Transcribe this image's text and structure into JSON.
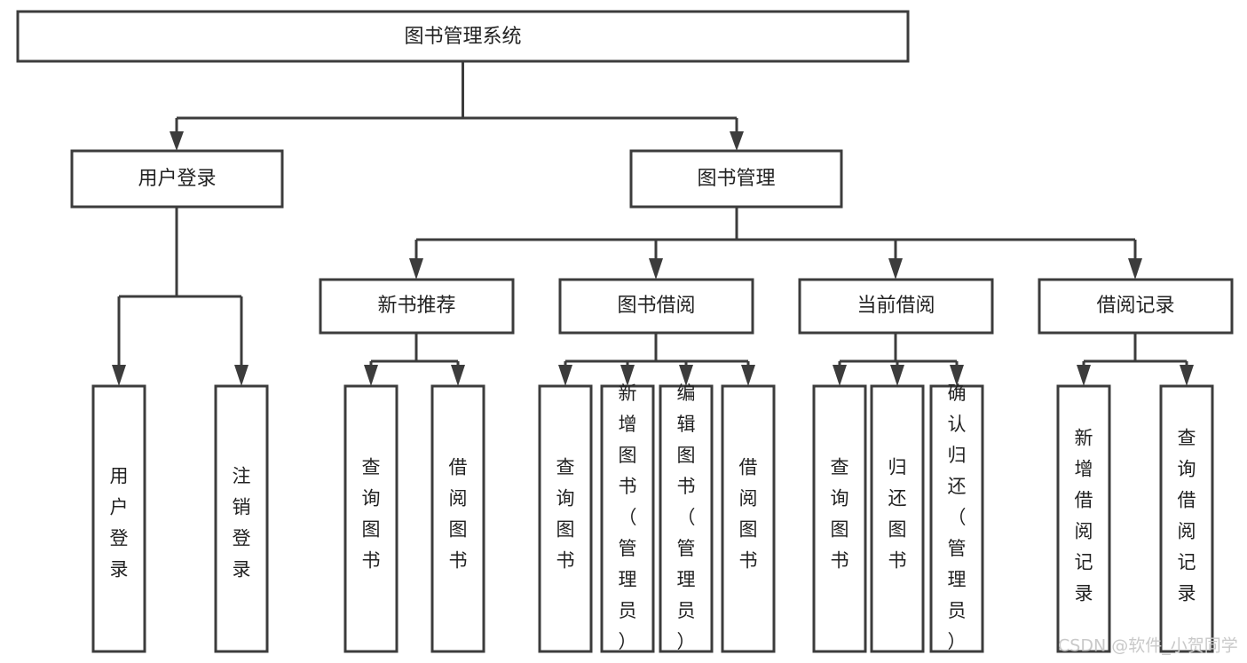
{
  "diagram": {
    "type": "tree-hierarchy-diagram",
    "title": "图书管理系统",
    "background_color": "#ffffff",
    "line_color": "#3c3c3c",
    "text_color": "#222222",
    "root": {
      "label": "图书管理系统"
    },
    "level2": [
      {
        "id": "user-login",
        "label": "用户登录"
      },
      {
        "id": "book-management",
        "label": "图书管理"
      }
    ],
    "level3": [
      {
        "id": "new-book-recommend",
        "label": "新书推荐",
        "parent": "book-management"
      },
      {
        "id": "book-borrow",
        "label": "图书借阅",
        "parent": "book-management"
      },
      {
        "id": "current-borrow",
        "label": "当前借阅",
        "parent": "book-management"
      },
      {
        "id": "borrow-record",
        "label": "借阅记录",
        "parent": "book-management"
      }
    ],
    "leaves": {
      "user-login": [
        {
          "id": "leaf-user-login",
          "label": "用户登录"
        },
        {
          "id": "leaf-logout-login",
          "label": "注销登录"
        }
      ],
      "new-book-recommend": [
        {
          "id": "leaf-query-book-1",
          "label": "查询图书"
        },
        {
          "id": "leaf-borrow-book-1",
          "label": "借阅图书"
        }
      ],
      "book-borrow": [
        {
          "id": "leaf-query-book-2",
          "label": "查询图书"
        },
        {
          "id": "leaf-add-book-admin",
          "label": "新增图书（管理员）"
        },
        {
          "id": "leaf-edit-book-admin",
          "label": "编辑图书（管理员）"
        },
        {
          "id": "leaf-borrow-book-2",
          "label": "借阅图书"
        }
      ],
      "current-borrow": [
        {
          "id": "leaf-query-book-3",
          "label": "查询图书"
        },
        {
          "id": "leaf-return-book",
          "label": "归还图书"
        },
        {
          "id": "leaf-confirm-return-admin",
          "label": "确认归还（管理员）"
        }
      ],
      "borrow-record": [
        {
          "id": "leaf-add-borrow-record",
          "label": "新增借阅记录"
        },
        {
          "id": "leaf-query-borrow-record",
          "label": "查询借阅记录"
        }
      ]
    }
  },
  "watermark": {
    "text": "CSDN @软件_小贺同学"
  }
}
